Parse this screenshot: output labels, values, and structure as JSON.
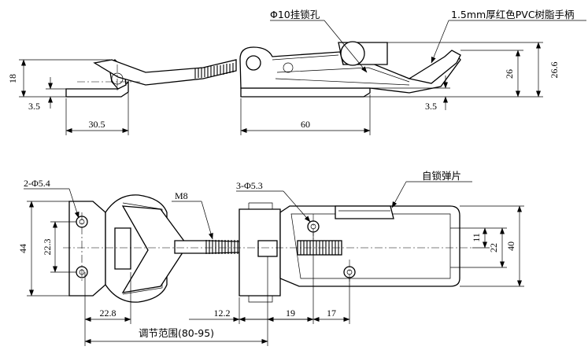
{
  "side_view": {
    "hole_label": "Φ10挂锁孔",
    "handle_label": "1.5mm厚红色PVC树脂手柄",
    "dims": {
      "height_left": "18",
      "hook_plate_thickness": "3.5",
      "hook_length": "30.5",
      "base_length": "60",
      "base_thickness": "3.5",
      "height_26": "26",
      "height_26_6": "26.6"
    }
  },
  "top_view": {
    "hook_holes_label": "2-Φ5.4",
    "base_holes_label": "3-Φ5.3",
    "thread_label": "M8",
    "spring_label": "自锁弹片",
    "dims": {
      "hook_width": "44",
      "hook_hole_spacing": "22.3",
      "hook_depth": "22.8",
      "dim_12_2": "12.2",
      "dim_19": "19",
      "dim_17": "17",
      "adjust_range": "调节范围(80-95)",
      "base_11": "11",
      "base_22": "22",
      "base_40": "40"
    }
  }
}
